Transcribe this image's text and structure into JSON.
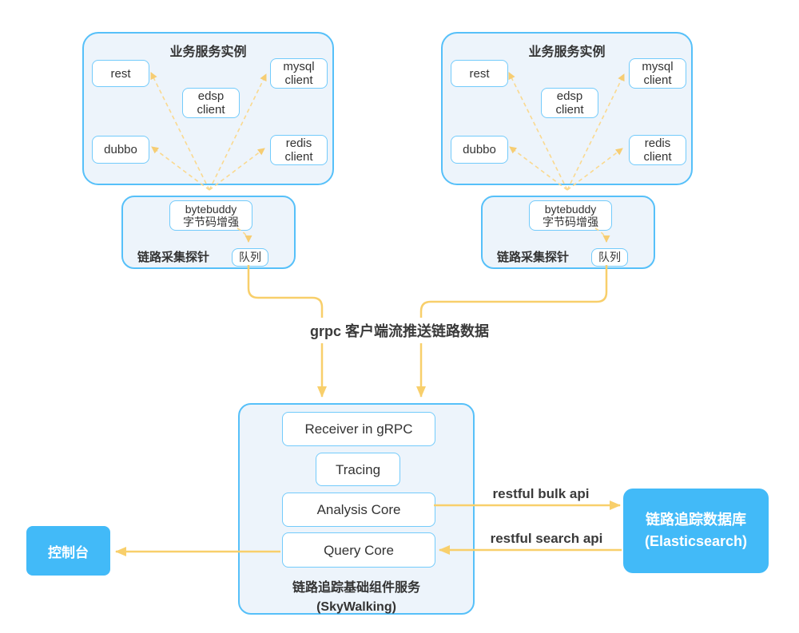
{
  "colors": {
    "panel_fill": "#edf4fb",
    "panel_border": "#56c0f9",
    "node_border": "#73cbfb",
    "accent_blue": "#42baf8",
    "arrow_gold": "#f8cf6b",
    "arrow_dash": "#fad98f",
    "arrow_dash_head": "#f6cd73",
    "text_dark": "#333333"
  },
  "clusters": [
    {
      "title": "业务服务实例",
      "nodes": {
        "rest": "rest",
        "mysql": "mysql\nclient",
        "edsp": "edsp\nclient",
        "dubbo": "dubbo",
        "redis": "redis\nclient"
      }
    },
    {
      "title": "业务服务实例",
      "nodes": {
        "rest": "rest",
        "mysql": "mysql\nclient",
        "edsp": "edsp\nclient",
        "dubbo": "dubbo",
        "redis": "redis\nclient"
      }
    }
  ],
  "probes": [
    {
      "label": "链路采集探针",
      "bytebuddy": "bytebuddy\n字节码增强",
      "queue": "队列"
    },
    {
      "label": "链路采集探针",
      "bytebuddy": "bytebuddy\n字节码增强",
      "queue": "队列"
    }
  ],
  "grpc_label": "grpc 客户端流推送链路数据",
  "skywalking": {
    "modules": {
      "receiver": "Receiver in gRPC",
      "tracing": "Tracing",
      "analysis": "Analysis Core",
      "query": "Query Core"
    },
    "caption": "链路追踪基础组件服务\n(SkyWalking)"
  },
  "console": {
    "label": "控制台"
  },
  "elasticsearch": {
    "label": "链路追踪数据库\n(Elasticsearch)"
  },
  "api_labels": {
    "bulk": "restful bulk api",
    "search": "restful search api"
  }
}
